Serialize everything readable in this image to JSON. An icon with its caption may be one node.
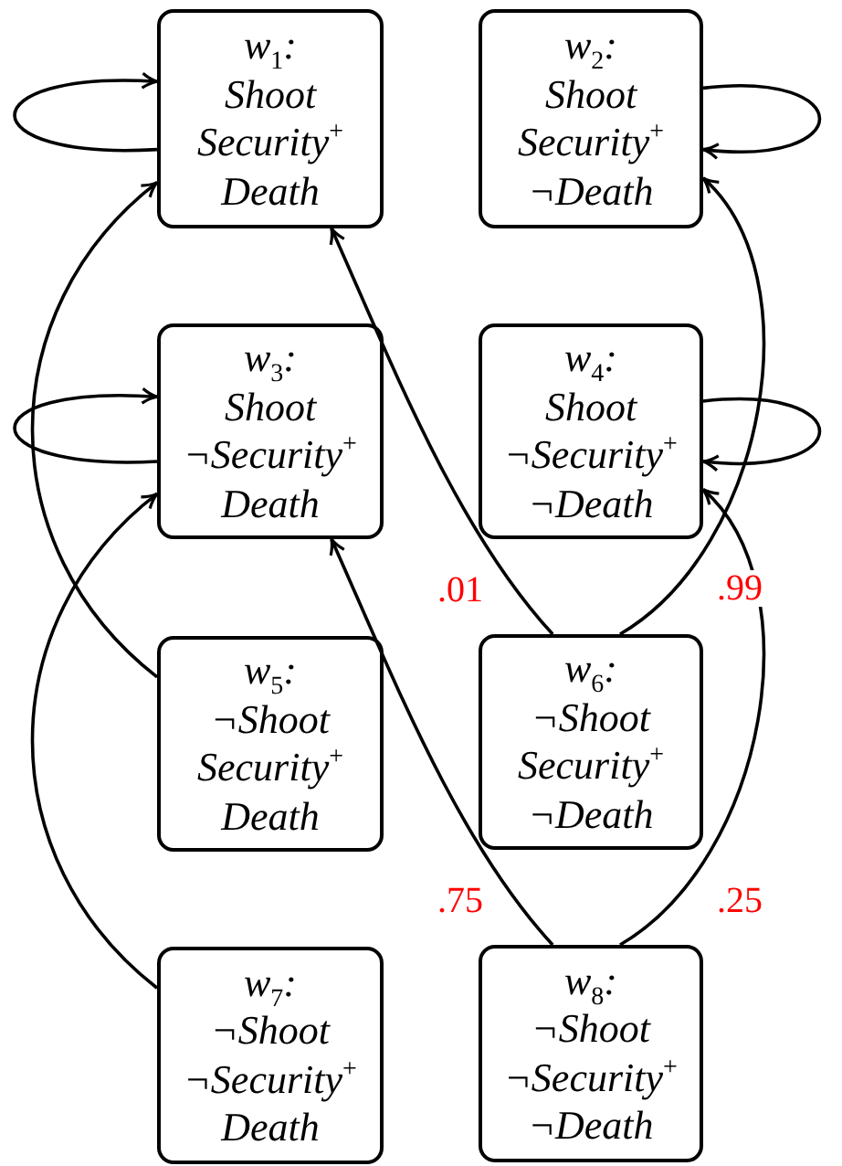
{
  "diagram": {
    "nodes": [
      {
        "text": [
          "w$_{1}$:",
          "Shoot",
          "Security$^{+}$",
          "Death"
        ]
      },
      {
        "text": [
          "w$_{2}$:",
          "Shoot",
          "Security$^{+}$",
          "¬Death"
        ]
      },
      {
        "text": [
          "w$_{3}$:",
          "Shoot",
          "¬Security$^{+}$",
          "Death"
        ]
      },
      {
        "text": [
          "w$_{4}$:",
          "Shoot",
          "¬Security$^{+}$",
          "¬Death"
        ]
      },
      {
        "text": [
          "w$_{5}$:",
          "¬Shoot",
          "Security$^{+}$",
          "Death"
        ]
      },
      {
        "text": [
          "w$_{6}$:",
          "¬Shoot",
          "Security$^{+}$",
          "¬Death"
        ]
      },
      {
        "text": [
          "w$_{7}$:",
          "¬Shoot",
          "¬Security$^{+}$",
          "Death"
        ]
      },
      {
        "text": [
          "w$_{8}$:",
          "¬Shoot",
          "¬Security$^{+}$",
          "¬Death"
        ]
      }
    ],
    "edges": [
      {
        "from": 0,
        "to": 0,
        "arrow": "to"
      },
      {
        "from": 1,
        "to": 1,
        "arrow": "to"
      },
      {
        "from": 2,
        "to": 2,
        "arrow": "to"
      },
      {
        "from": 3,
        "to": 3,
        "arrow": "to"
      },
      {
        "from": 4,
        "to": 0,
        "arrow": "to"
      },
      {
        "from": 6,
        "to": 2,
        "arrow": "to"
      },
      {
        "from": 5,
        "to": 0,
        "arrow": "to",
        "label": ".01"
      },
      {
        "from": 5,
        "to": 1,
        "arrow": "to",
        "label": ".99"
      },
      {
        "from": 7,
        "to": 2,
        "arrow": "to",
        "label": ".75"
      },
      {
        "from": 7,
        "to": 3,
        "arrow": "to",
        "label": ".25"
      }
    ]
  }
}
